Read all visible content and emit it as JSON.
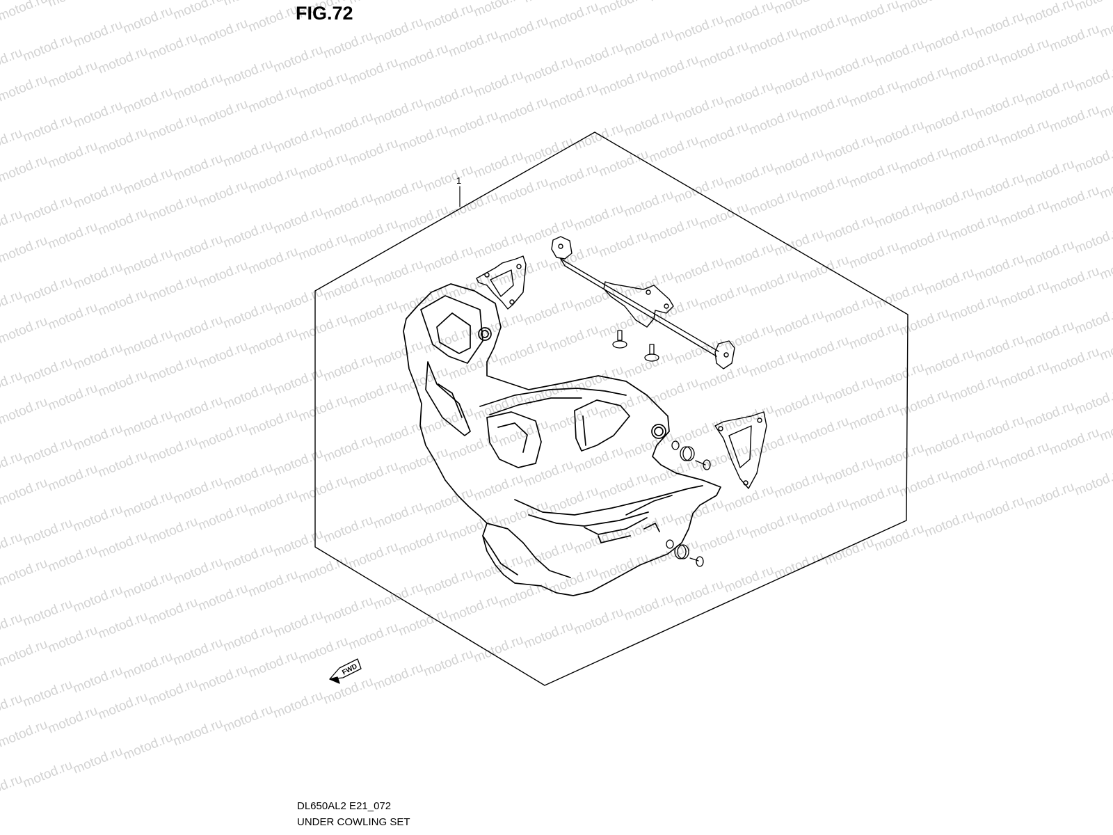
{
  "figure": {
    "title": "FIG.72",
    "code": "DL650AL2 E21_072",
    "name": "UNDER COWLING SET"
  },
  "callouts": [
    {
      "label": "1"
    }
  ],
  "direction_marker": {
    "label": "FWD",
    "icon": "forward-arrow-icon"
  },
  "watermark": {
    "text": "motod.ru",
    "color": "#d2d2d2"
  },
  "line_color": "#000000"
}
